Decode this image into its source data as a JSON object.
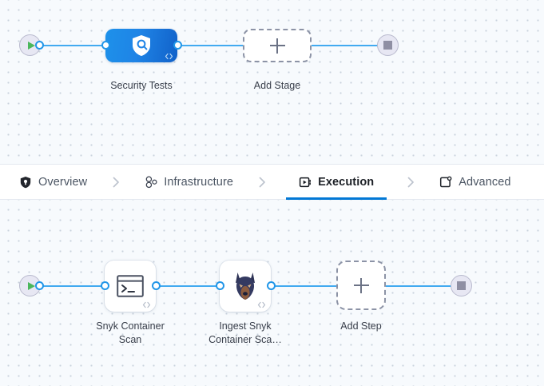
{
  "theme": {
    "accent": "#0278d5",
    "edge_color": "#42aaf0",
    "canvas_bg": "#f7fafd",
    "stage_gradient_from": "#1d91ea",
    "stage_gradient_to": "#1161c9",
    "start_icon_color": "#4bb75c",
    "stop_icon_color": "#8f8fa3"
  },
  "tabs": {
    "items": [
      {
        "label": "Overview",
        "icon": "shield-icon",
        "active": false
      },
      {
        "label": "Infrastructure",
        "icon": "nodes-icon",
        "active": false
      },
      {
        "label": "Execution",
        "icon": "play-box-icon",
        "active": true
      },
      {
        "label": "Advanced",
        "icon": "settings-card-icon",
        "active": false
      }
    ],
    "separator_icon": "chevron-right-icon"
  },
  "stage_graph": {
    "start_node": {
      "icon": "play-icon",
      "name": "pipeline-start"
    },
    "end_node": {
      "icon": "stop-icon",
      "name": "pipeline-end"
    },
    "stages": [
      {
        "label": "Security Tests",
        "icon": "shield-search-icon",
        "badge": "code-icon",
        "type": "stage"
      }
    ],
    "add_stage": {
      "label": "Add Stage",
      "icon": "plus-icon"
    }
  },
  "step_graph": {
    "start_node": {
      "icon": "play-icon",
      "name": "execution-start"
    },
    "end_node": {
      "icon": "stop-icon",
      "name": "execution-end"
    },
    "steps": [
      {
        "label": "Snyk Container\nScan",
        "icon": "terminal-icon",
        "badge": "code-icon"
      },
      {
        "label": "Ingest Snyk\nContainer Sca…",
        "icon": "snyk-dog-icon",
        "badge": "code-icon"
      }
    ],
    "add_step": {
      "label": "Add Step",
      "icon": "plus-icon"
    }
  }
}
